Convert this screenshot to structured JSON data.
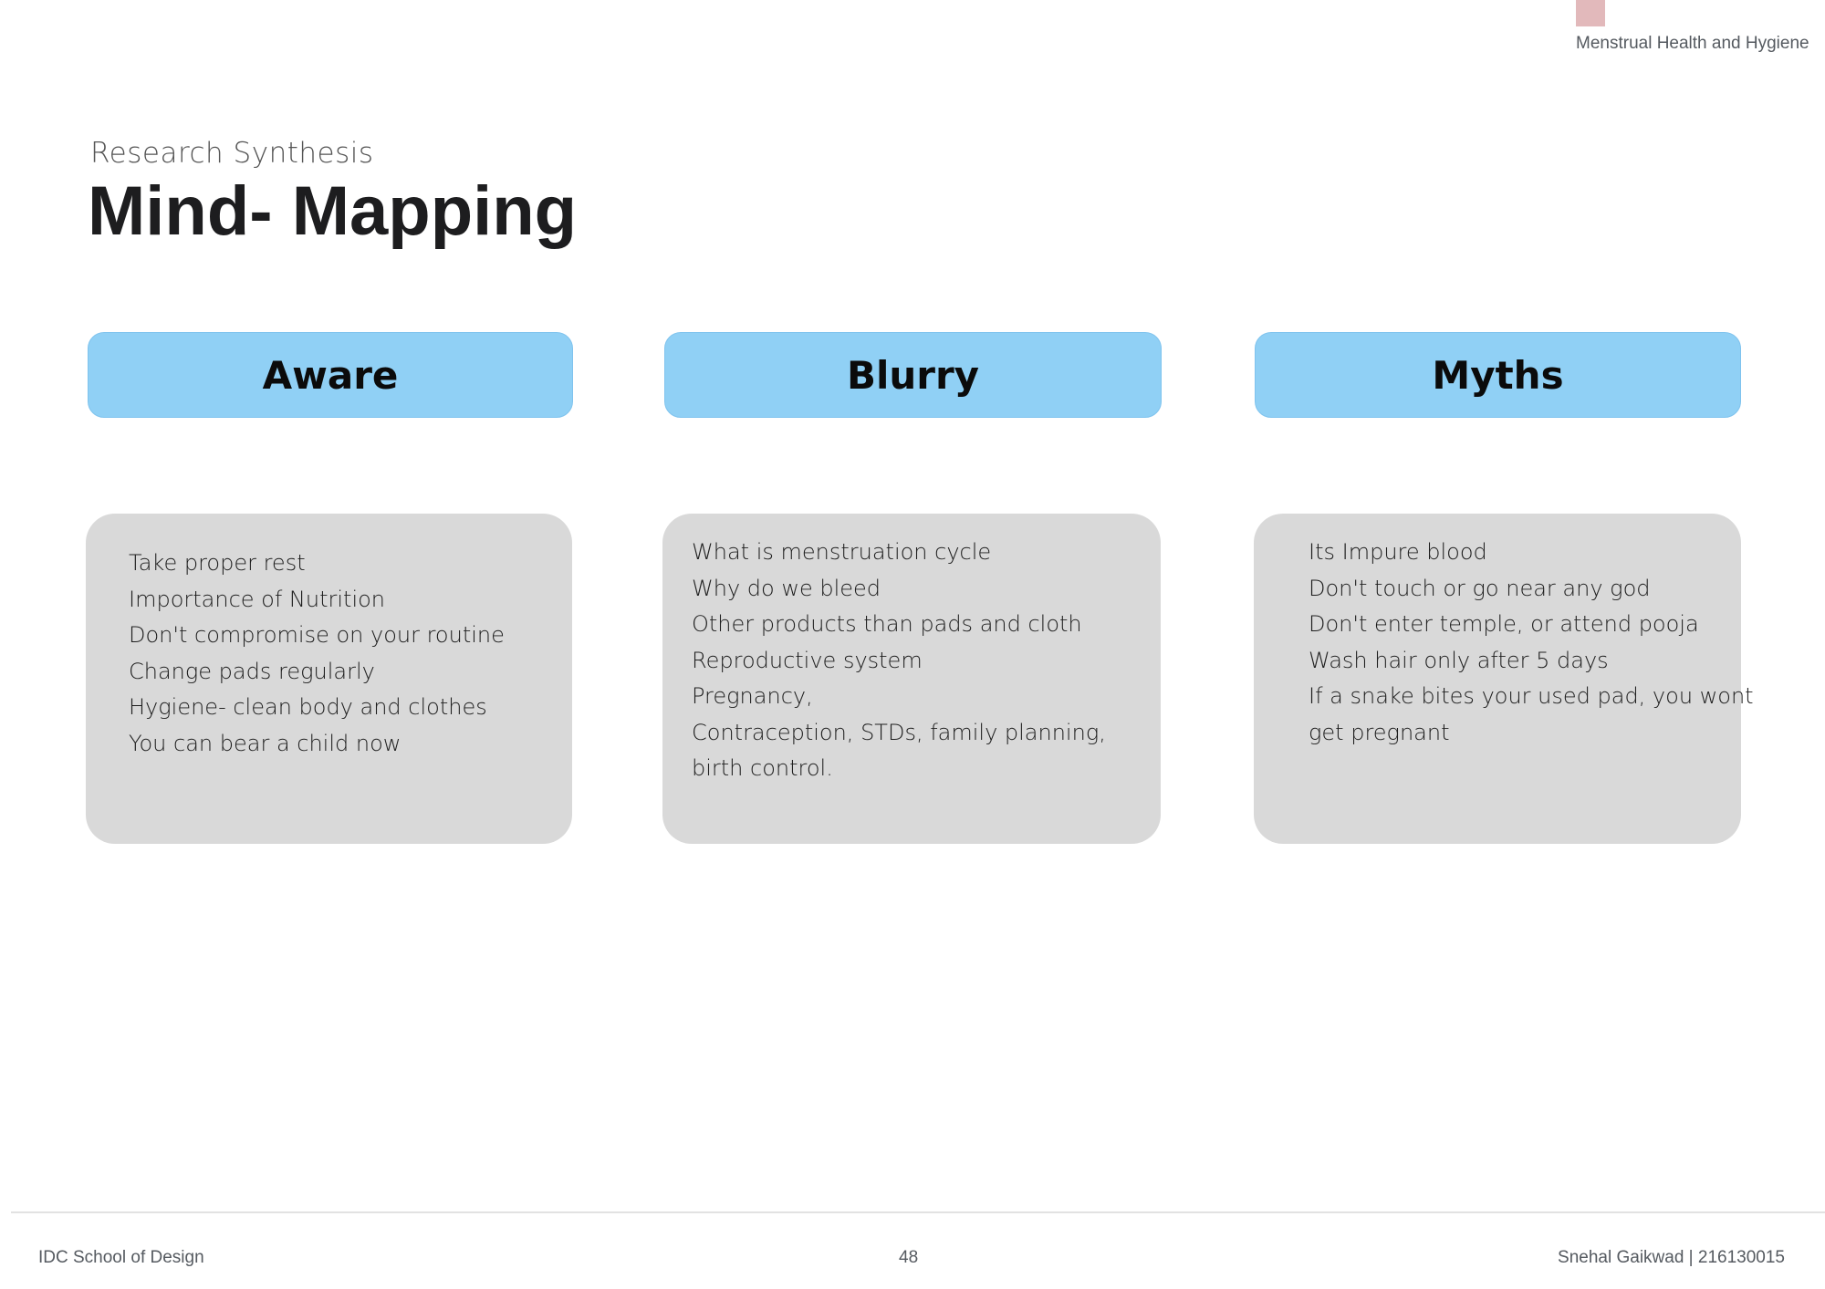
{
  "header": {
    "tag": "Menstrual Health and Hygiene",
    "tag_color": "#e2b9bb"
  },
  "subtitle": "Research  Synthesis",
  "title": "Mind- Mapping",
  "columns": [
    {
      "heading": "Aware",
      "items": [
        "Take proper rest",
        "Importance of Nutrition",
        "Don't compromise on your routine",
        "Change pads regularly",
        "Hygiene- clean body and clothes",
        "You can bear a child now"
      ]
    },
    {
      "heading": "Blurry",
      "items": [
        "What is menstruation cycle",
        "Why do we bleed",
        "Other products than pads and cloth",
        "Reproductive system",
        "Pregnancy,",
        "Contraception, STDs, family planning,",
        "birth control."
      ]
    },
    {
      "heading": "Myths",
      "items": [
        "Its Impure blood",
        "Don't touch or go near any god",
        "Don't enter temple, or attend pooja",
        "Wash hair only after 5 days",
        "If a snake bites your used pad, you wont",
        "get pregnant"
      ]
    }
  ],
  "footer": {
    "left": "IDC School of Design",
    "page": "48",
    "right": "Snehal Gaikwad | 216130015"
  }
}
